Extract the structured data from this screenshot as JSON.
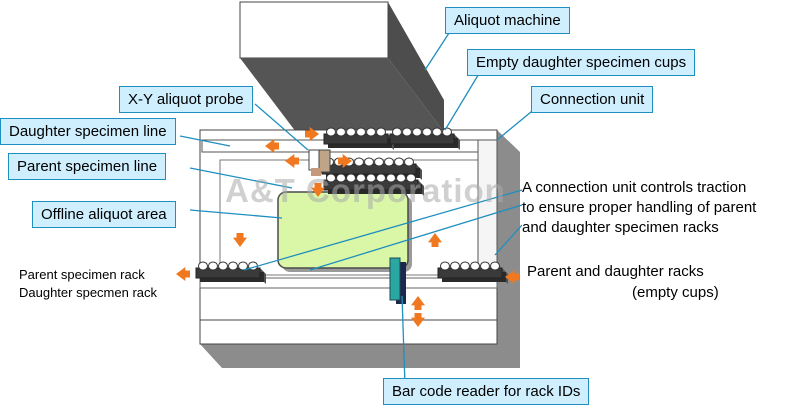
{
  "labels": {
    "aliquot_machine": "Aliquot machine",
    "empty_daughter_cups": "Empty daughter specimen cups",
    "connection_unit": "Connection unit",
    "xy_probe": "X-Y aliquot probe",
    "daughter_line": "Daughter specimen line",
    "parent_line": "Parent specimen line",
    "offline_area": "Offline aliquot area",
    "bar_code_reader": "Bar code reader for rack IDs",
    "connection_note_1": "A connection unit controls traction",
    "connection_note_2": "to ensure proper handling of parent",
    "connection_note_3": "and daughter specimen racks",
    "parent_rack": "Parent specimen rack",
    "daughter_rack": "Daughter specmen rack",
    "racks_empty_1": "Parent and daughter racks",
    "racks_empty_2": "(empty cups)"
  },
  "watermark": "A&T Corporation",
  "colors": {
    "callout_fill": "#cfefff",
    "callout_border": "#1f8fbf",
    "arrow": "#f07820",
    "shadow": "#505050",
    "area": "#d9f7a6",
    "reader": "#2aa7a0"
  }
}
